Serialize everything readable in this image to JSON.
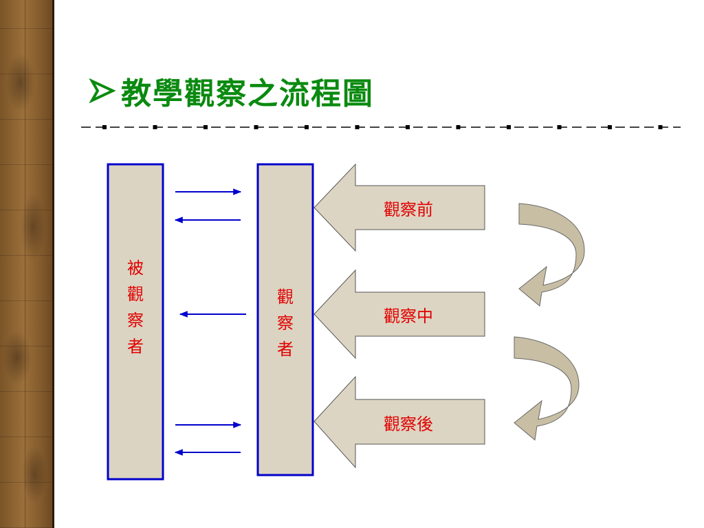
{
  "title": "教學觀察之流程圖",
  "observee_box": {
    "label": [
      "被",
      "觀",
      "察",
      "者"
    ]
  },
  "observer_box": {
    "label": [
      "觀",
      "察",
      "者"
    ]
  },
  "phases": [
    {
      "label": "觀察前"
    },
    {
      "label": "觀察中"
    },
    {
      "label": "觀察後"
    }
  ],
  "colors": {
    "title": "#0a8a10",
    "box_fill": "#dcd4c2",
    "box_border": "#0000cc",
    "arrow_line": "#0000cc",
    "phase_arrow_fill": "#ddd5c3",
    "curve_arrow_fill": "#c8bea4",
    "label_text": "#e00000",
    "divider": "#000000"
  },
  "icons": [
    "arrow-bullet-icon"
  ]
}
